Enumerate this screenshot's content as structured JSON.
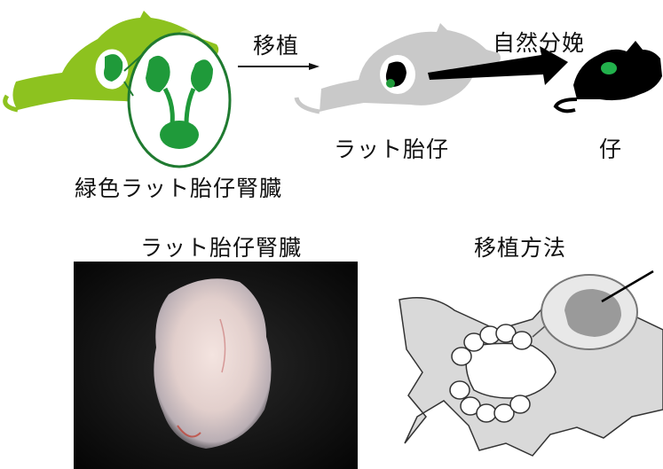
{
  "labels": {
    "transplant": "移植",
    "natural_birth": "自然分娩",
    "rat_fetus": "ラット胎仔",
    "offspring": "仔",
    "green_kidney": "緑色ラット胎仔腎臓",
    "photo_title": "ラット胎仔腎臓",
    "method_title": "移植方法"
  },
  "colors": {
    "donor_green": "#8dc21f",
    "kidney_green": "#1f9a3a",
    "host_gray": "#c9c9c9",
    "offspring_black": "#000000",
    "photo_bg": "#0e0e0e"
  },
  "icons": [
    "donor-rat-icon",
    "kidney-zoom-icon",
    "arrow-icon",
    "host-rat-icon",
    "offspring-mouse-icon",
    "kidney-photo",
    "transplant-method-diagram"
  ]
}
